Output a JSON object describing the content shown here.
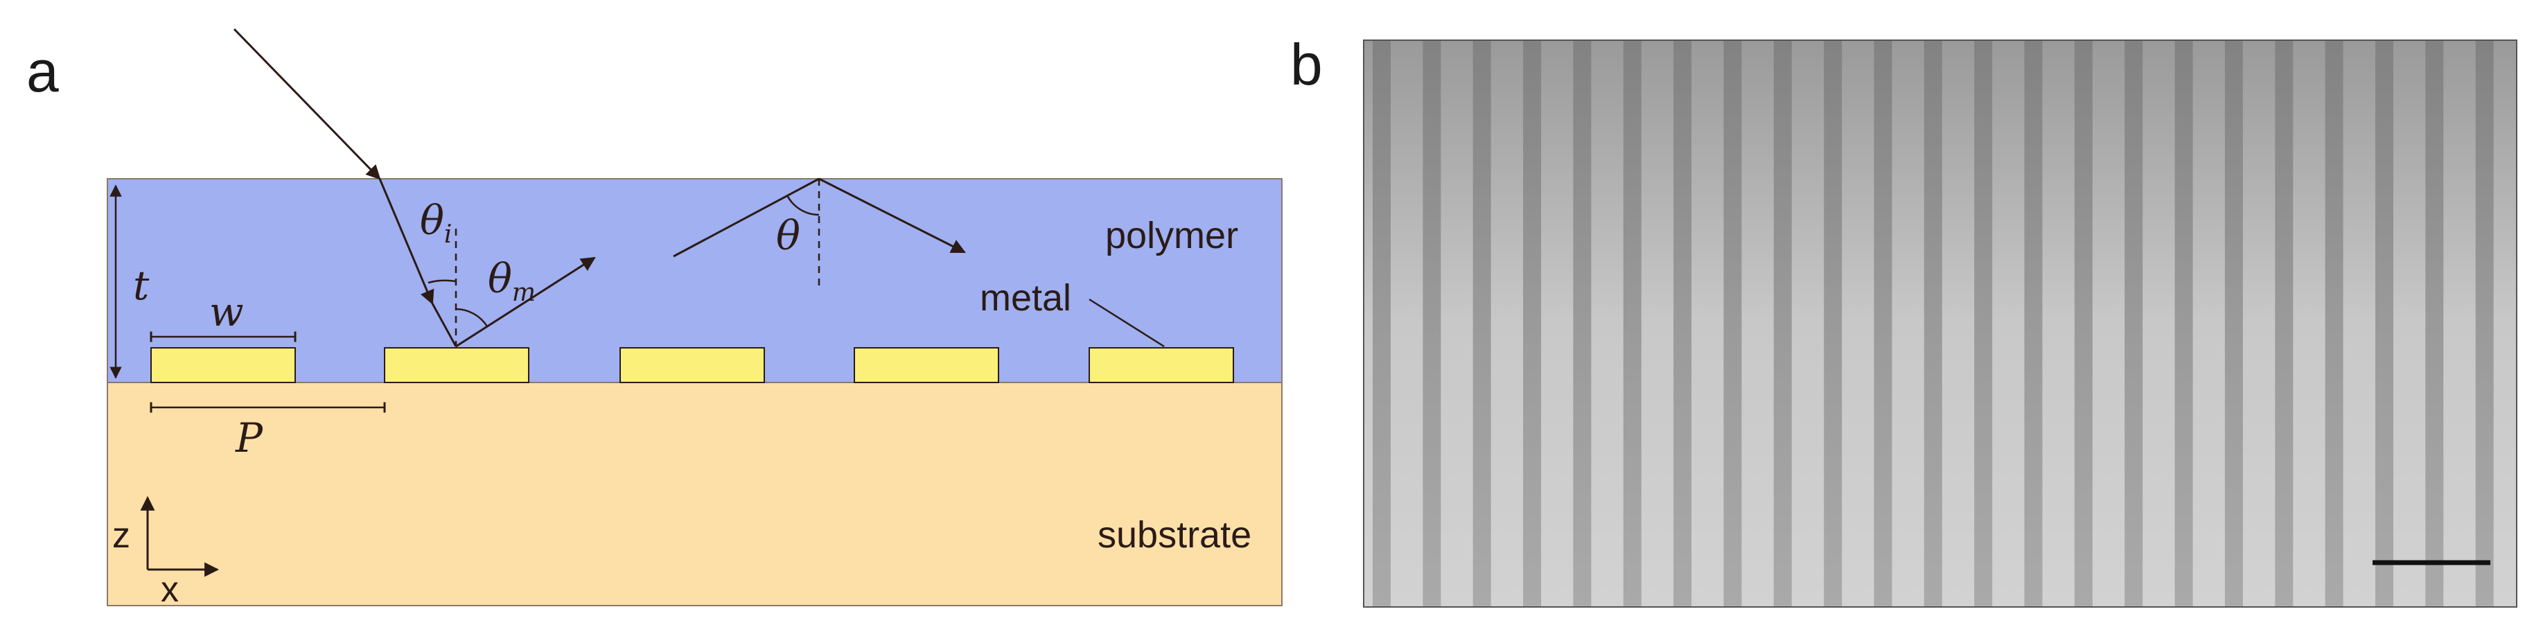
{
  "panels": {
    "a": {
      "label": "a",
      "regions": {
        "polymer": "polymer",
        "metal": "metal",
        "substrate": "substrate"
      },
      "symbols": {
        "theta_i": "θ",
        "theta_i_sub": "i",
        "theta_m": "θ",
        "theta_m_sub": "m",
        "theta": "θ",
        "t": "t",
        "w": "w",
        "P": "P"
      },
      "axes": {
        "z": "z",
        "x": "x"
      },
      "colors": {
        "polymer": "#a0b0f0",
        "substrate": "#fde0a8",
        "metal": "#fbf07a",
        "line": "#2b1b16"
      },
      "metal_strip_count": 5
    },
    "b": {
      "label": "b",
      "image_description_icon": "microscope-image-stripes",
      "stripe_count": 23
    }
  }
}
